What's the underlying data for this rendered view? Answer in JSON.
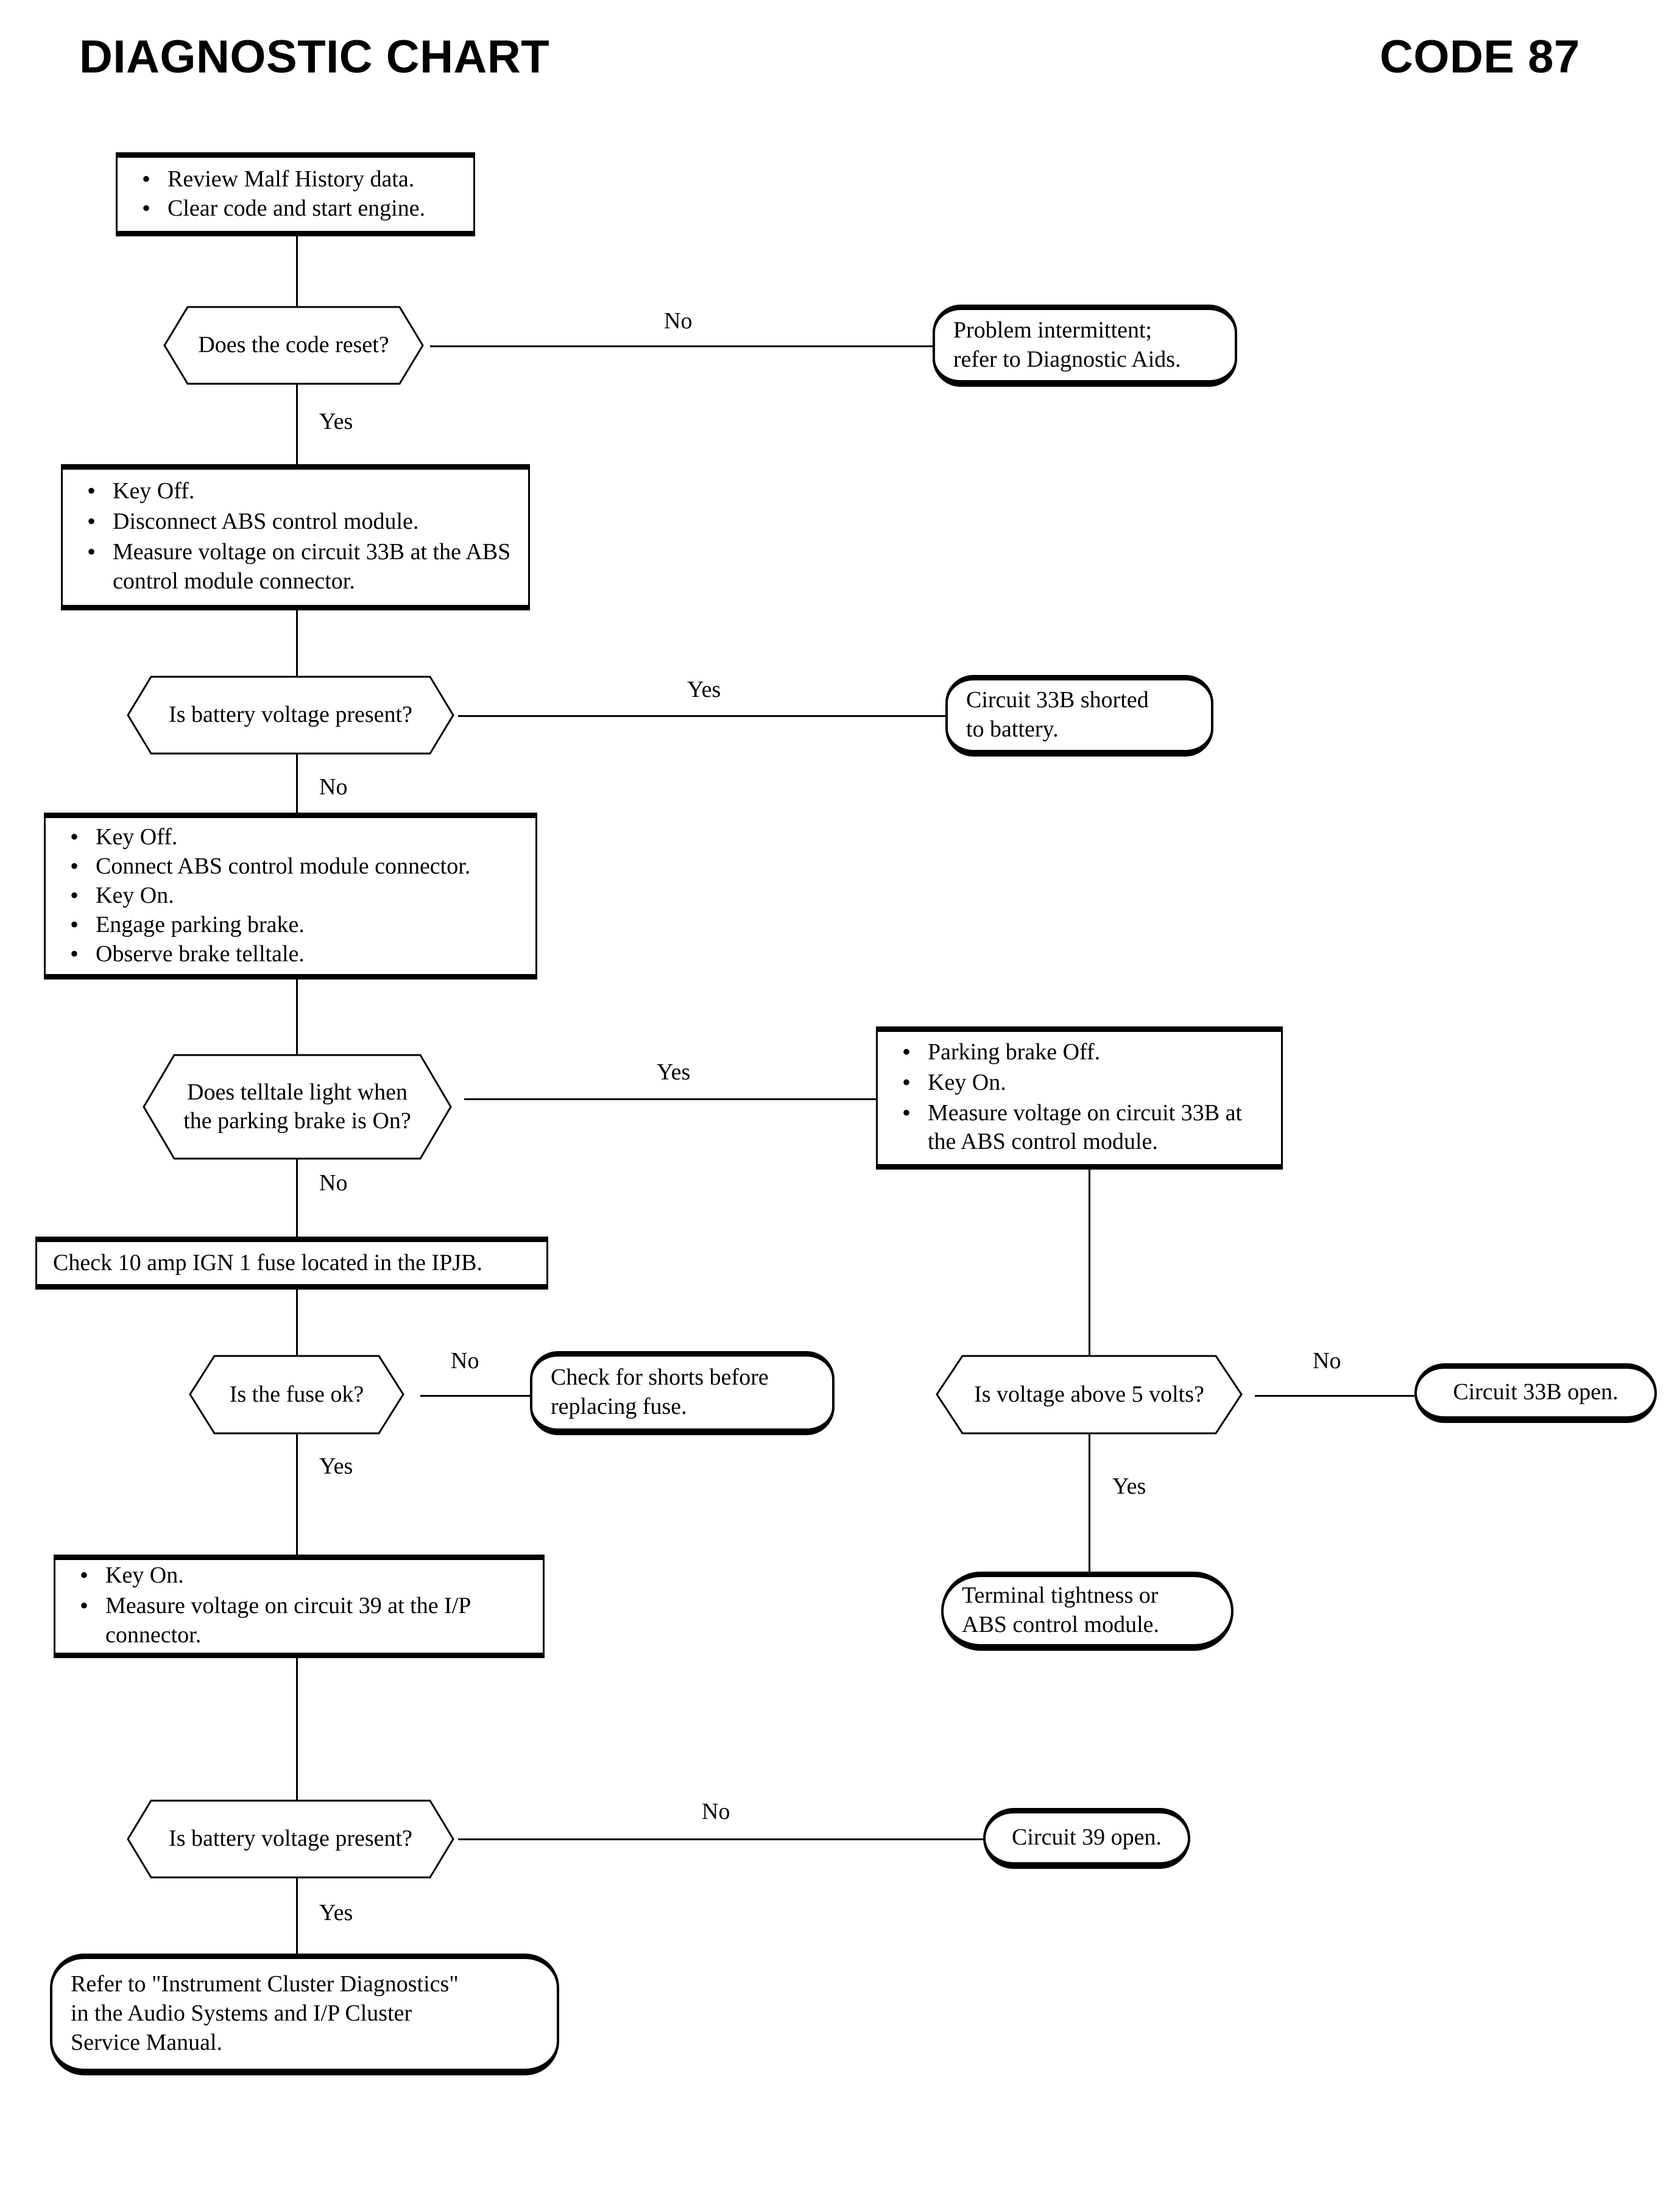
{
  "header": {
    "title": "DIAGNOSTIC CHART",
    "code": "CODE 87"
  },
  "chart_data": {
    "type": "diagram",
    "diagram_kind": "flowchart",
    "title": "DIAGNOSTIC CHART",
    "code": "CODE 87",
    "nodes": [
      {
        "id": "n1",
        "shape": "process",
        "bullets": [
          "Review Malf History data.",
          "Clear code and start engine."
        ]
      },
      {
        "id": "d1",
        "shape": "decision",
        "text": "Does the code reset?"
      },
      {
        "id": "t1",
        "shape": "terminal",
        "lines": [
          "Problem intermittent;",
          "refer to Diagnostic Aids."
        ]
      },
      {
        "id": "n2",
        "shape": "process",
        "bullets": [
          "Key Off.",
          "Disconnect ABS control module.",
          "Measure voltage on circuit 33B at the ABS control module connector."
        ]
      },
      {
        "id": "d2",
        "shape": "decision",
        "text": "Is battery voltage present?"
      },
      {
        "id": "t2",
        "shape": "terminal",
        "lines": [
          "Circuit 33B shorted",
          "to battery."
        ]
      },
      {
        "id": "n3",
        "shape": "process",
        "bullets": [
          "Key Off.",
          "Connect ABS control module connector.",
          "Key On.",
          "Engage parking brake.",
          "Observe brake telltale."
        ]
      },
      {
        "id": "d3",
        "shape": "decision",
        "text": "Does telltale light when the parking brake is On?"
      },
      {
        "id": "n4",
        "shape": "process",
        "bullets": [
          "Parking brake Off.",
          "Key On.",
          "Measure voltage on circuit 33B at the ABS control module."
        ]
      },
      {
        "id": "n5",
        "shape": "process",
        "text": "Check 10 amp IGN 1 fuse located in the IPJB."
      },
      {
        "id": "d4",
        "shape": "decision",
        "text": "Is the fuse ok?"
      },
      {
        "id": "t3",
        "shape": "terminal",
        "lines": [
          "Check for shorts before",
          "replacing fuse."
        ]
      },
      {
        "id": "d5",
        "shape": "decision",
        "text": "Is voltage above 5 volts?"
      },
      {
        "id": "t4",
        "shape": "terminal",
        "lines": [
          "Circuit 33B open."
        ]
      },
      {
        "id": "t5",
        "shape": "terminal",
        "lines": [
          "Terminal tightness or",
          "ABS control module."
        ]
      },
      {
        "id": "n6",
        "shape": "process",
        "bullets": [
          "Key On.",
          "Measure voltage on circuit 39 at the I/P connector."
        ]
      },
      {
        "id": "d6",
        "shape": "decision",
        "text": "Is battery voltage present?"
      },
      {
        "id": "t6",
        "shape": "terminal",
        "lines": [
          "Circuit 39 open."
        ]
      },
      {
        "id": "t7",
        "shape": "terminal",
        "lines": [
          "Refer to \"Instrument Cluster Diagnostics\"",
          "in the Audio Systems and I/P Cluster",
          "Service Manual."
        ]
      }
    ],
    "edges": [
      {
        "from": "n1",
        "to": "d1",
        "label": ""
      },
      {
        "from": "d1",
        "to": "t1",
        "label": "No"
      },
      {
        "from": "d1",
        "to": "n2",
        "label": "Yes"
      },
      {
        "from": "n2",
        "to": "d2",
        "label": ""
      },
      {
        "from": "d2",
        "to": "t2",
        "label": "Yes"
      },
      {
        "from": "d2",
        "to": "n3",
        "label": "No"
      },
      {
        "from": "n3",
        "to": "d3",
        "label": ""
      },
      {
        "from": "d3",
        "to": "n4",
        "label": "Yes"
      },
      {
        "from": "d3",
        "to": "n5",
        "label": "No"
      },
      {
        "from": "n5",
        "to": "d4",
        "label": ""
      },
      {
        "from": "d4",
        "to": "t3",
        "label": "No"
      },
      {
        "from": "d4",
        "to": "n6",
        "label": "Yes"
      },
      {
        "from": "n4",
        "to": "d5",
        "label": ""
      },
      {
        "from": "d5",
        "to": "t4",
        "label": "No"
      },
      {
        "from": "d5",
        "to": "t5",
        "label": "Yes"
      },
      {
        "from": "n6",
        "to": "d6",
        "label": ""
      },
      {
        "from": "d6",
        "to": "t6",
        "label": "No"
      },
      {
        "from": "d6",
        "to": "t7",
        "label": "Yes"
      }
    ]
  },
  "nodes": {
    "n1": {
      "b0": "Review Malf History data.",
      "b1": "Clear code and start engine."
    },
    "d1": {
      "text": "Does the code reset?"
    },
    "t1": {
      "l0": "Problem intermittent;",
      "l1": "refer to Diagnostic Aids."
    },
    "n2": {
      "b0": "Key Off.",
      "b1": "Disconnect ABS control module.",
      "b2": "Measure voltage on circuit 33B at the ABS control module connector."
    },
    "d2": {
      "text": "Is battery voltage present?"
    },
    "t2": {
      "l0": "Circuit 33B shorted",
      "l1": "to battery."
    },
    "n3": {
      "b0": "Key Off.",
      "b1": "Connect ABS control module connector.",
      "b2": "Key On.",
      "b3": "Engage parking brake.",
      "b4": "Observe brake telltale."
    },
    "d3": {
      "l0": "Does telltale light when",
      "l1": "the parking brake is On?"
    },
    "n4": {
      "b0": "Parking brake Off.",
      "b1": "Key On.",
      "b2": "Measure voltage on circuit 33B at the ABS control module."
    },
    "n5": {
      "text": "Check 10 amp IGN 1 fuse located in the IPJB."
    },
    "d4": {
      "text": "Is the fuse ok?"
    },
    "t3": {
      "l0": "Check for shorts before",
      "l1": "replacing fuse."
    },
    "d5": {
      "text": "Is voltage above 5 volts?"
    },
    "t4": {
      "l0": "Circuit 33B open."
    },
    "t5": {
      "l0": "Terminal tightness or",
      "l1": "ABS control module."
    },
    "n6": {
      "b0": "Key On.",
      "b1": "Measure voltage on circuit 39 at the I/P connector."
    },
    "d6": {
      "text": "Is battery voltage present?"
    },
    "t6": {
      "l0": "Circuit 39 open."
    },
    "t7": {
      "l0": "Refer to \"Instrument Cluster Diagnostics\"",
      "l1": "in the Audio Systems and I/P Cluster",
      "l2": "Service Manual."
    }
  },
  "edge_labels": {
    "e1_no": "No",
    "e1_yes": "Yes",
    "e2_yes": "Yes",
    "e2_no": "No",
    "e3_yes": "Yes",
    "e3_no": "No",
    "e4_no": "No",
    "e4_yes": "Yes",
    "e5_no": "No",
    "e5_yes": "Yes",
    "e6_no": "No",
    "e6_yes": "Yes"
  }
}
